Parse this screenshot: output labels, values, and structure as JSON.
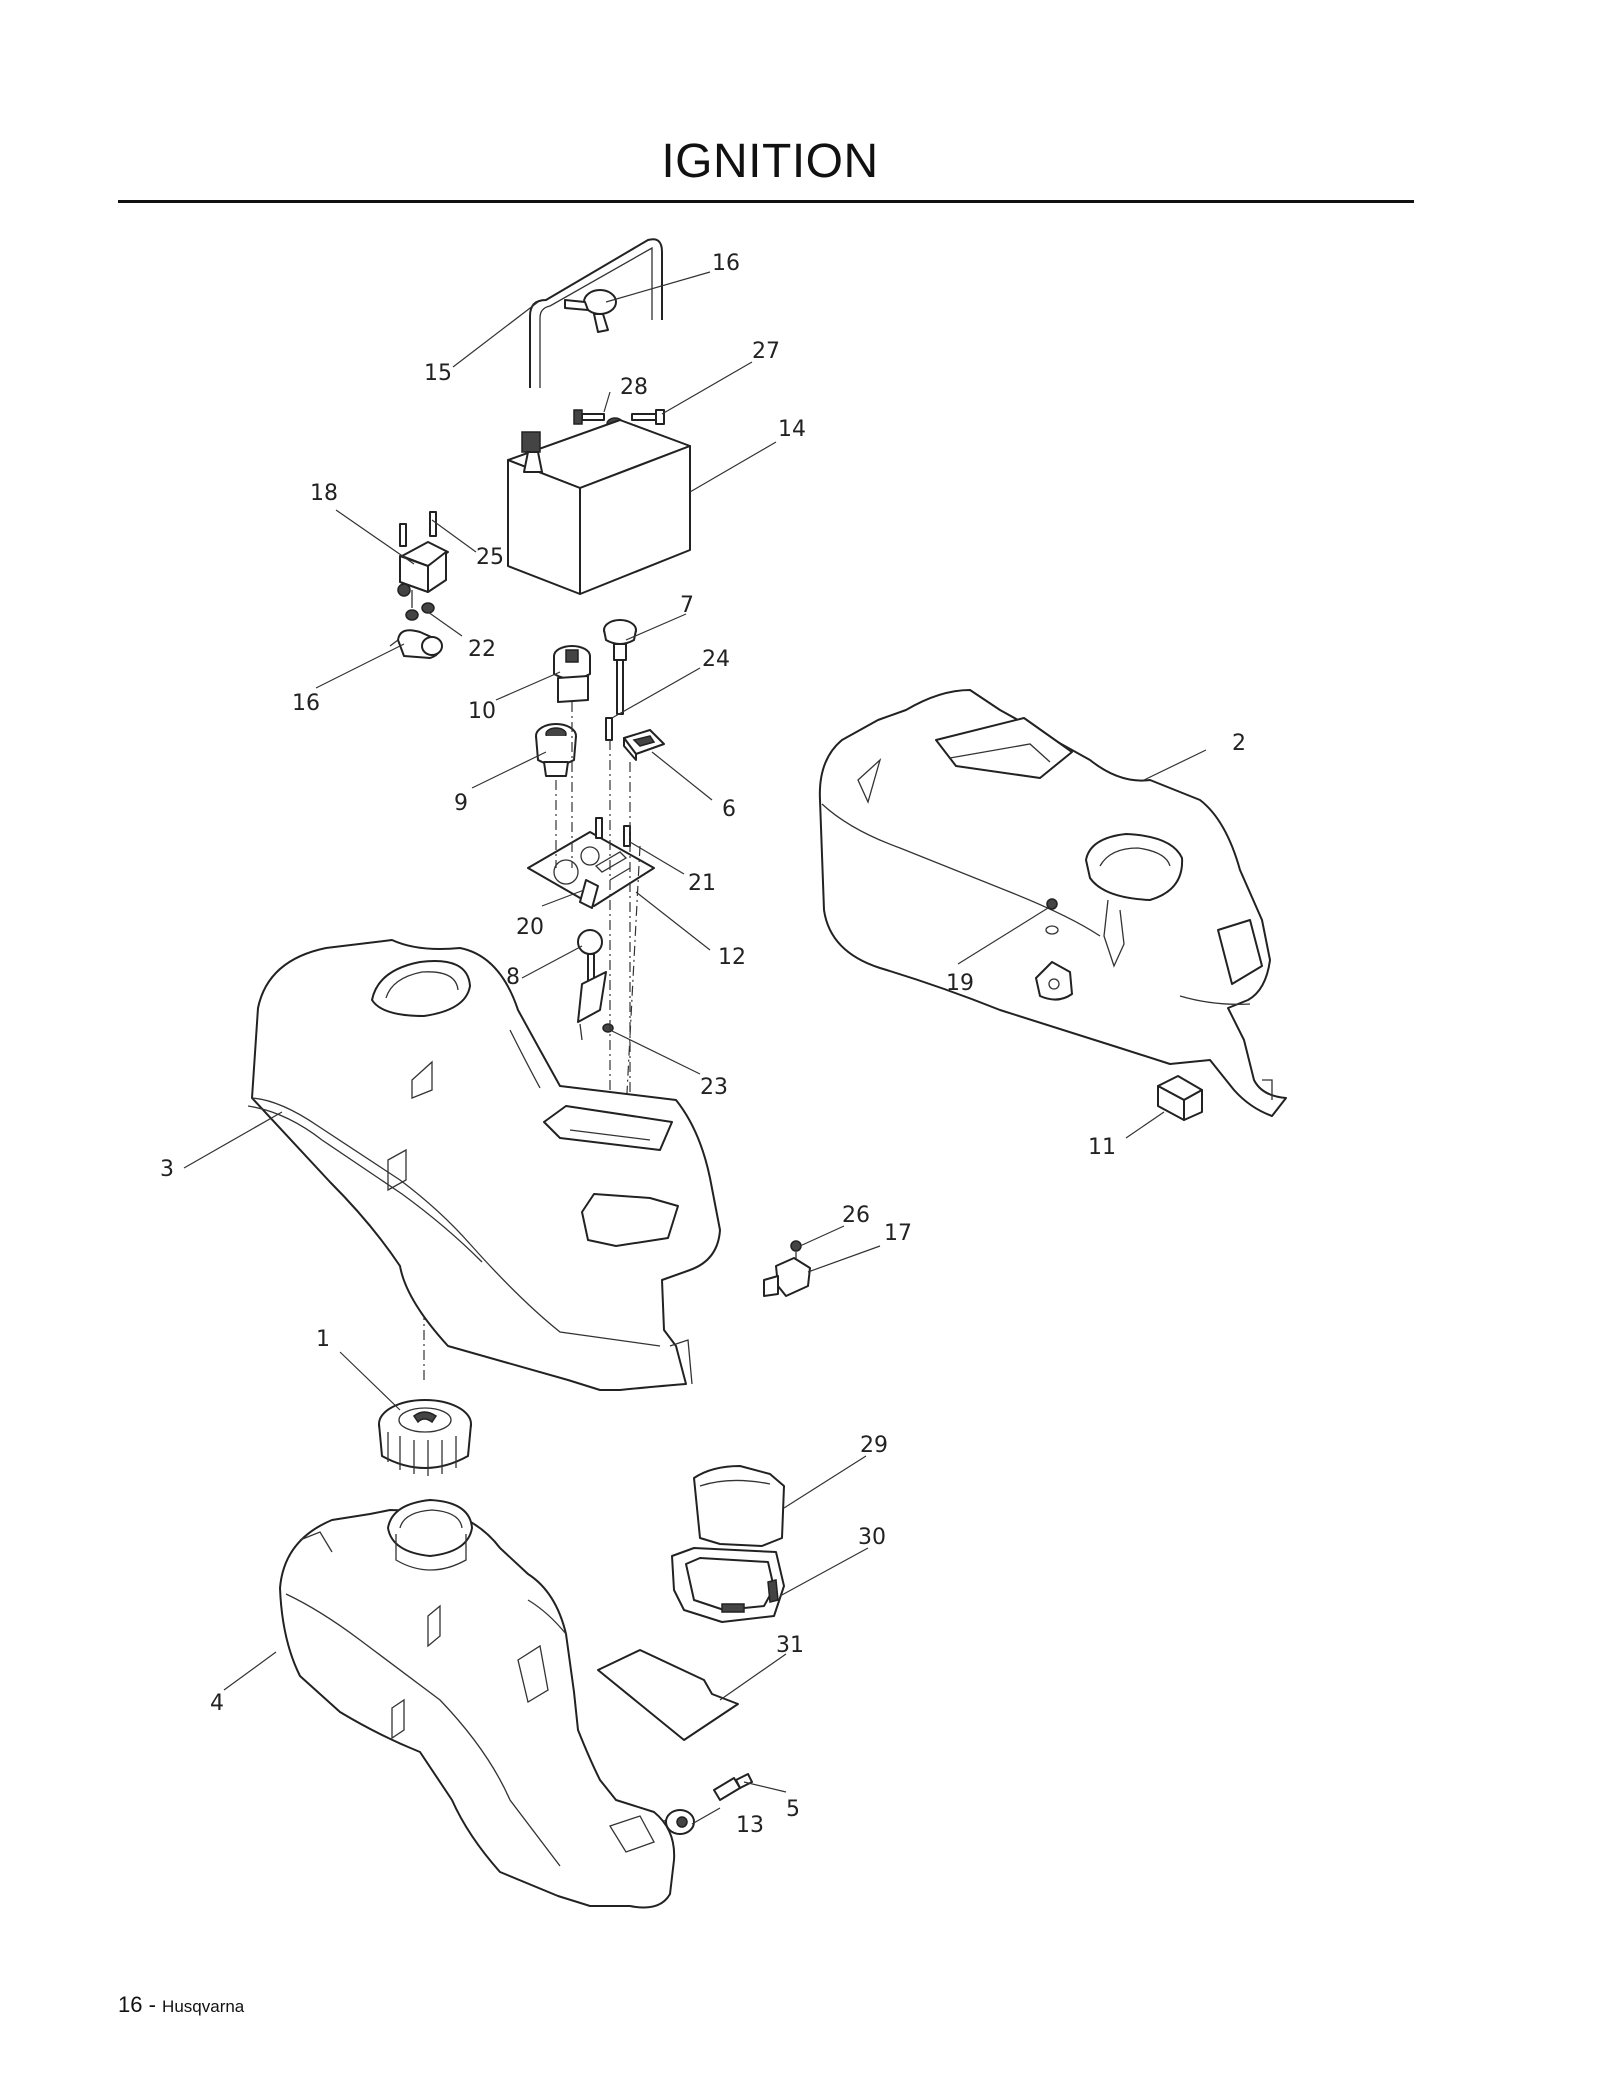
{
  "page": {
    "title": "IGNITION",
    "footer_page_number": "16",
    "footer_separator": " - ",
    "footer_brand": "Husqvarna"
  },
  "callouts": {
    "c1": "1",
    "c2": "2",
    "c3": "3",
    "c4": "4",
    "c5": "5",
    "c6": "6",
    "c7": "7",
    "c8": "8",
    "c9": "9",
    "c10": "10",
    "c11": "11",
    "c12": "12",
    "c13": "13",
    "c14": "14",
    "c15": "15",
    "c16a": "16",
    "c16b": "16",
    "c17": "17",
    "c18": "18",
    "c19": "19",
    "c20": "20",
    "c21": "21",
    "c22": "22",
    "c23": "23",
    "c24": "24",
    "c25": "25",
    "c26": "26",
    "c27": "27",
    "c28": "28",
    "c29": "29",
    "c30": "30",
    "c31": "31"
  }
}
